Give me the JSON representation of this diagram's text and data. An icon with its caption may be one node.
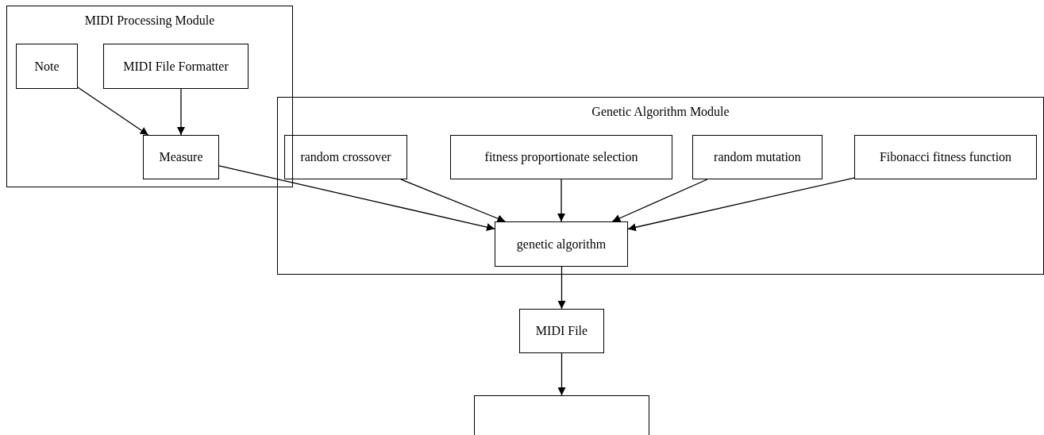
{
  "diagram": {
    "nodes": [
      {
        "text": [
          "MIDI Processing Module"
        ]
      },
      {
        "text": [
          "Note"
        ],
        "in": 0
      },
      {
        "text": [
          "MIDI File Formatter"
        ],
        "in": 0
      },
      {
        "text": [
          "Measure"
        ],
        "in": 0
      },
      {
        "text": [
          "Genetic Algorithm Module"
        ]
      },
      {
        "text": [
          "random crossover"
        ],
        "in": 4
      },
      {
        "text": [
          "fitness proportionate selection"
        ],
        "in": 4
      },
      {
        "text": [
          "random mutation"
        ],
        "in": 4
      },
      {
        "text": [
          "Fibonacci fitness function"
        ],
        "in": 4
      },
      {
        "text": [
          "genetic algorithm"
        ],
        "in": 4
      },
      {
        "text": [
          "MIDI File"
        ]
      },
      {
        "text": [],
        "shape": "box"
      }
    ],
    "edges": [
      {
        "from": 1,
        "to": 3,
        "arrow": "to"
      },
      {
        "from": 2,
        "to": 3,
        "arrow": "to"
      },
      {
        "from": 3,
        "to": 9,
        "arrow": "to"
      },
      {
        "from": 5,
        "to": 9,
        "arrow": "to"
      },
      {
        "from": 6,
        "to": 9,
        "arrow": "to"
      },
      {
        "from": 7,
        "to": 9,
        "arrow": "to"
      },
      {
        "from": 8,
        "to": 9,
        "arrow": "to"
      },
      {
        "from": 9,
        "to": 10,
        "arrow": "to"
      },
      {
        "from": 10,
        "to": 11,
        "arrow": "to"
      }
    ]
  }
}
